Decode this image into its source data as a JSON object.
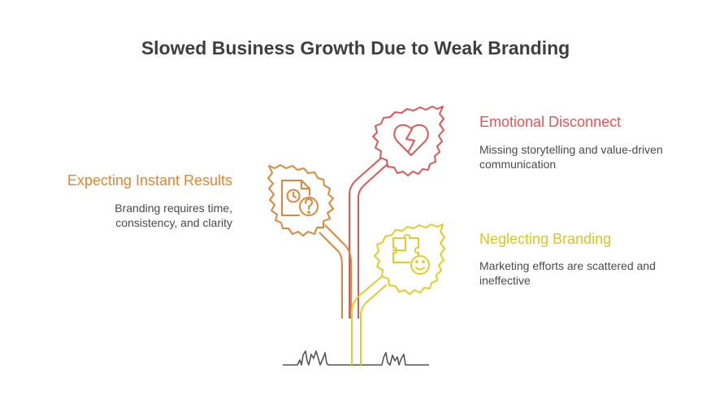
{
  "title": "Slowed Business Growth Due to Weak Branding",
  "colors": {
    "red": "#d9595a",
    "orange": "#d8893b",
    "yellow": "#e3cc2a",
    "ground": "#555555"
  },
  "items": [
    {
      "id": "emotional",
      "title": "Emotional Disconnect",
      "description": "Missing storytelling and value-driven communication",
      "icon": "broken-heart-icon",
      "color": "#d9595a"
    },
    {
      "id": "instant",
      "title": "Expecting Instant Results",
      "description": "Branding requires time, consistency, and clarity",
      "icon": "clock-question-icon",
      "color": "#d8893b"
    },
    {
      "id": "neglect",
      "title": "Neglecting Branding",
      "description": "Marketing efforts are scattered and ineffective",
      "icon": "puzzle-face-icon",
      "color": "#e3cc2a"
    }
  ]
}
